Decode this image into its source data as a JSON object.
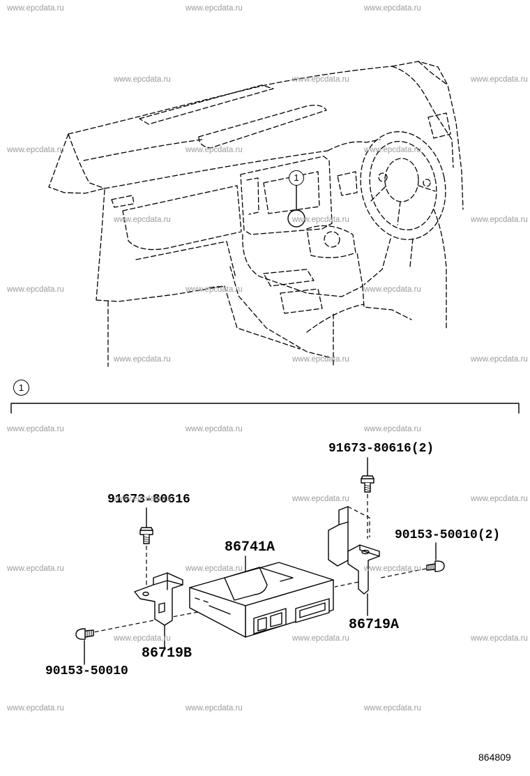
{
  "watermark": "www.epcdata.ru",
  "callouts": {
    "overview": "1",
    "section": "1"
  },
  "parts": {
    "bolt_upper_right": "91673-80616(2)",
    "bolt_upper_left": "91673-80616",
    "screw_right": "90153-50010(2)",
    "unit": "86741A",
    "bracket_right": "86719A",
    "bracket_left": "86719B",
    "screw_left": "90153-50010"
  },
  "figure_number": "864809"
}
